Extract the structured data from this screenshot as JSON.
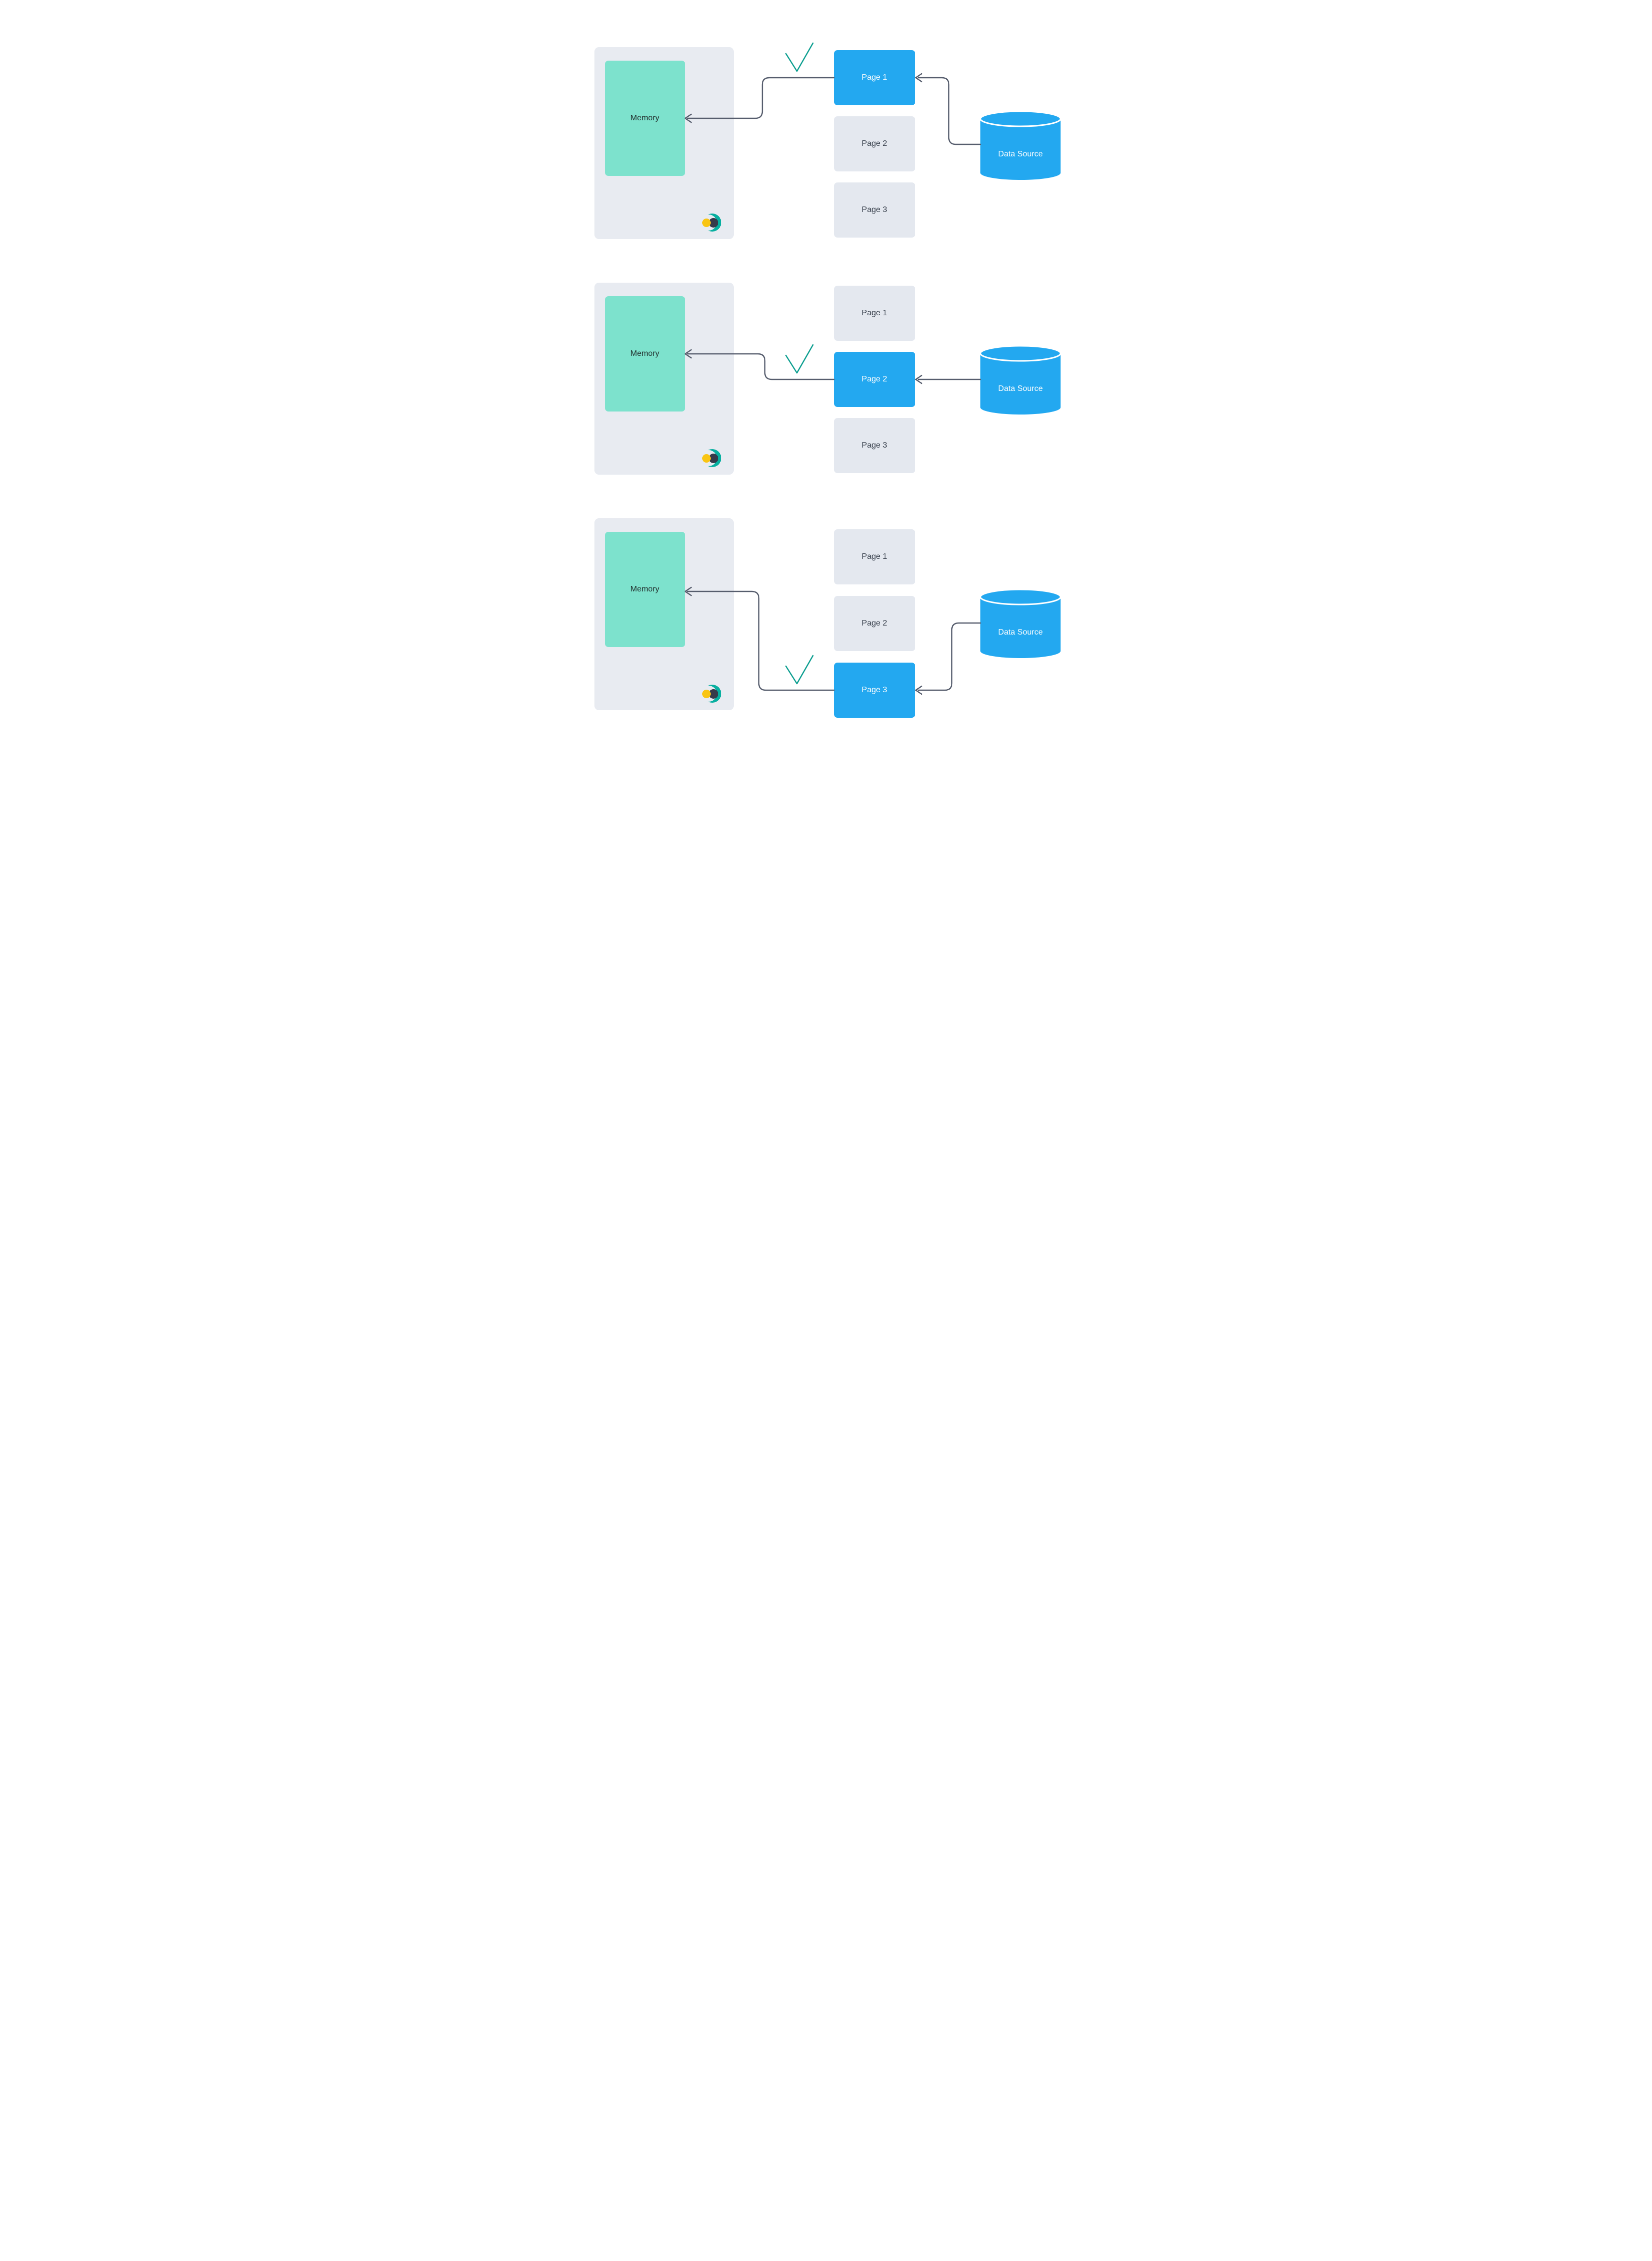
{
  "diagram": {
    "description": "Paging diagram: data source loads pages into memory",
    "colors": {
      "accent_blue": "#23a8f0",
      "memory_teal": "#7de2cd",
      "container_gray": "#e8ebf1",
      "page_gray": "#e4e8ef",
      "connector_gray": "#565d6d",
      "check_teal": "#069c8d",
      "logo_yellow": "#f9c513",
      "logo_dark": "#363b4b",
      "logo_teal": "#07afa0"
    },
    "icons": {
      "checkmark": "check-icon",
      "arrow": "left-arrow-icon",
      "logo": "crescent-dot-logo"
    },
    "rows": [
      {
        "memory_label": "Memory",
        "pages": [
          {
            "label": "Page 1",
            "active": true
          },
          {
            "label": "Page 2",
            "active": false
          },
          {
            "label": "Page 3",
            "active": false
          }
        ],
        "datasource_label": "Data Source",
        "selected_page": "Page 1"
      },
      {
        "memory_label": "Memory",
        "pages": [
          {
            "label": "Page 1",
            "active": false
          },
          {
            "label": "Page 2",
            "active": true
          },
          {
            "label": "Page 3",
            "active": false
          }
        ],
        "datasource_label": "Data Source",
        "selected_page": "Page 2"
      },
      {
        "memory_label": "Memory",
        "pages": [
          {
            "label": "Page 1",
            "active": false
          },
          {
            "label": "Page 2",
            "active": false
          },
          {
            "label": "Page 3",
            "active": true
          }
        ],
        "datasource_label": "Data Source",
        "selected_page": "Page 3"
      }
    ]
  }
}
